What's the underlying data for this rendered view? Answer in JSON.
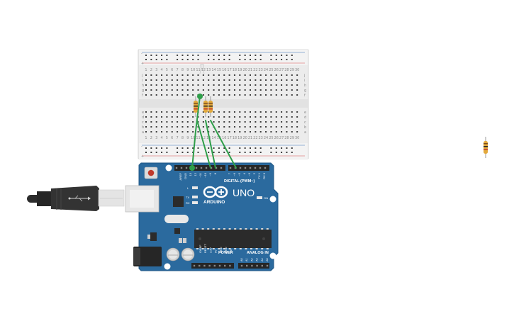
{
  "board": {
    "brand": "ARDUINO",
    "model": "UNO",
    "digital_header": "DIGITAL (PWM~)",
    "power_header": "POWER",
    "analog_header": "ANALOG IN",
    "led_l": "L",
    "led_tx": "TX",
    "led_rx": "RX",
    "led_on": "ON",
    "top_pins": [
      "AREF",
      "GND",
      "13",
      "12",
      "~11",
      "~10",
      "~9",
      "8",
      "7",
      "~6",
      "~5",
      "4",
      "~3",
      "2",
      "TX 1",
      "RX 0"
    ],
    "power_pins": [
      "IOREF",
      "RESET",
      "3.3V",
      "5V",
      "GND",
      "GND",
      "Vin"
    ],
    "analog_pins": [
      "A0",
      "A1",
      "A2",
      "A3",
      "A4",
      "A5"
    ]
  },
  "breadboard": {
    "rail_plus": "+",
    "rail_minus": "-",
    "columns": [
      "1",
      "2",
      "3",
      "4",
      "5",
      "6",
      "7",
      "8",
      "9",
      "10",
      "11",
      "12",
      "13",
      "14",
      "15",
      "16",
      "17",
      "18",
      "19",
      "20",
      "21",
      "22",
      "23",
      "24",
      "25",
      "26",
      "27",
      "28",
      "29",
      "30"
    ],
    "rows_top": [
      "j",
      "i",
      "h",
      "g",
      "f"
    ],
    "rows_bottom": [
      "e",
      "d",
      "c",
      "b",
      "a"
    ]
  },
  "colors": {
    "board": "#2b6a9e",
    "wire": "#2f9e4a",
    "breadboard": "#efefef",
    "rail_red": "#d9534f",
    "rail_blue": "#3b6fb6"
  }
}
